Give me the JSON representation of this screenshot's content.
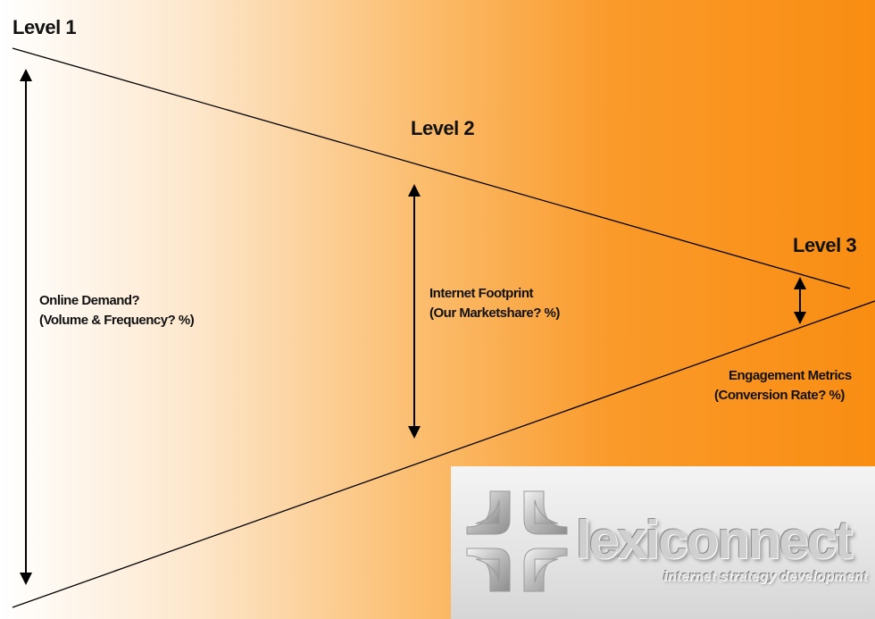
{
  "levels": {
    "level1": "Level 1",
    "level2": "Level 2",
    "level3": "Level 3"
  },
  "annotations": {
    "online_demand_line1": "Online Demand?",
    "online_demand_line2": "(Volume & Frequency? %)",
    "footprint_line1": "Internet Footprint",
    "footprint_line2": "(Our Marketshare? %)",
    "engagement_line1": "Engagement Metrics",
    "engagement_line2": "(Conversion Rate? %)"
  },
  "logo": {
    "wordmark": "lexiconnect",
    "tagline": "internet strategy development"
  },
  "colors": {
    "gradient_start": "#ffffff",
    "gradient_end": "#f98d12",
    "line": "#000000",
    "logo_silver": "#cfcfcf"
  }
}
